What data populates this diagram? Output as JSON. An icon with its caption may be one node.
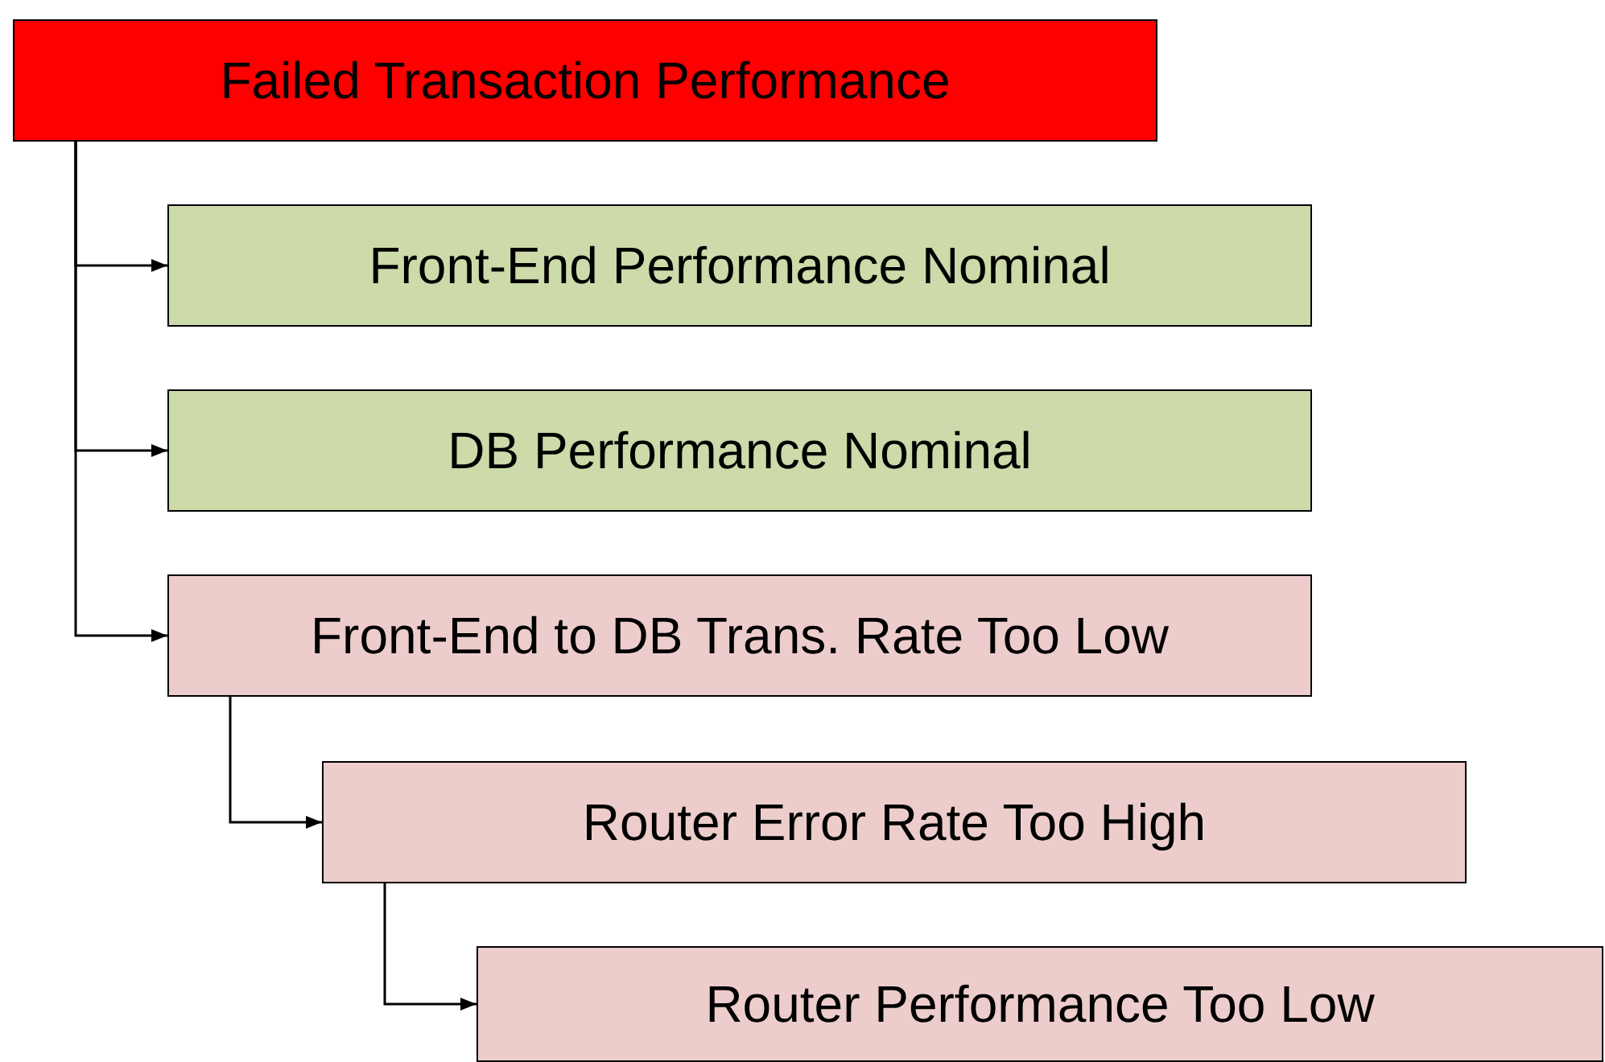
{
  "diagram": {
    "nodes": [
      {
        "text": [
          "Failed Transaction Performance"
        ]
      },
      {
        "text": [
          "Front-End Performance Nominal"
        ]
      },
      {
        "text": [
          "DB Performance Nominal"
        ]
      },
      {
        "text": [
          "Front-End to DB Trans. Rate Too Low"
        ]
      },
      {
        "text": [
          "Router Error Rate Too High"
        ]
      },
      {
        "text": [
          "Router Performance Too Low"
        ]
      }
    ],
    "edges": [
      {
        "from": 0,
        "to": 1,
        "arrow": "to"
      },
      {
        "from": 0,
        "to": 2,
        "arrow": "to"
      },
      {
        "from": 0,
        "to": 3,
        "arrow": "to"
      },
      {
        "from": 3,
        "to": 4,
        "arrow": "to"
      },
      {
        "from": 4,
        "to": 5,
        "arrow": "to"
      }
    ]
  }
}
